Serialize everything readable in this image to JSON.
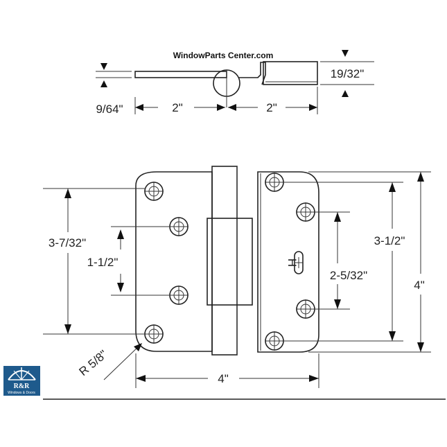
{
  "site_label": "WindowParts Center.com",
  "dimensions": {
    "top_thickness": "9/64\"",
    "top_left_width": "2\"",
    "top_right_width": "2\"",
    "top_leaf_height": "19/32\"",
    "left_hole_span": "3-7/32\"",
    "left_inner_span": "1-1/2\"",
    "right_hole_span": "3-1/2\"",
    "right_inner_span": "2-5/32\"",
    "overall_height": "4\"",
    "overall_width": "4\"",
    "corner_radius": "R 5/8\""
  },
  "hinge_mark": "H",
  "logo": {
    "initials": "R&R",
    "subtitle": "Windows & Doors",
    "color": "#1e5a8c"
  }
}
